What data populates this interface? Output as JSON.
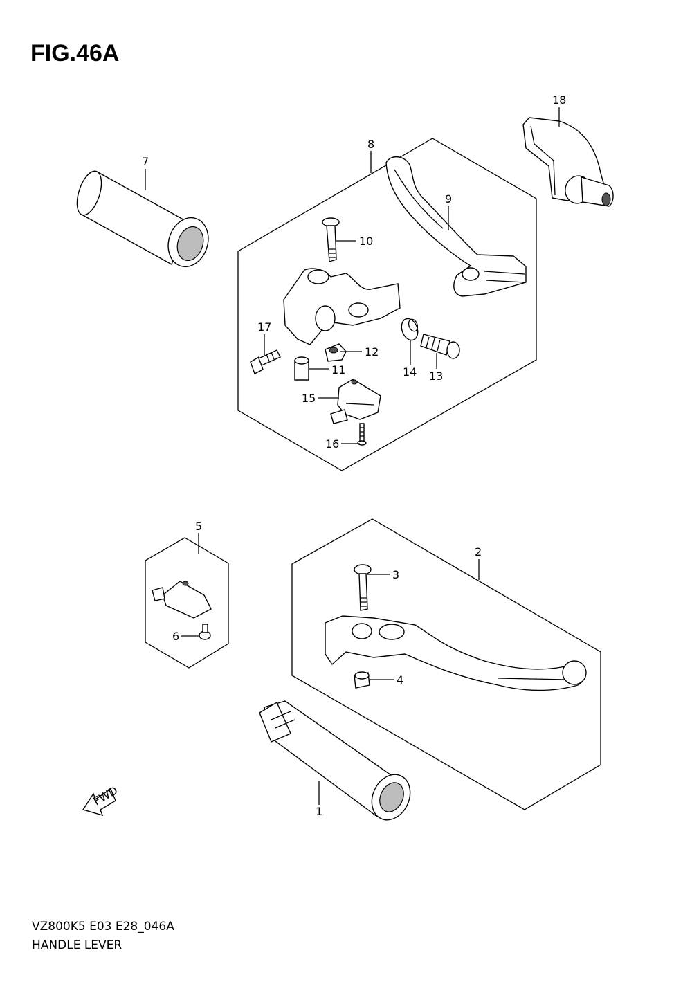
{
  "figure": {
    "title": "FIG.46A",
    "model_code": "VZ800K5 E03 E28_046A",
    "name": "HANDLE LEVER"
  },
  "callouts": [
    {
      "id": "1",
      "label": "1"
    },
    {
      "id": "2",
      "label": "2"
    },
    {
      "id": "3",
      "label": "3"
    },
    {
      "id": "4",
      "label": "4"
    },
    {
      "id": "5",
      "label": "5"
    },
    {
      "id": "6",
      "label": "6"
    },
    {
      "id": "7",
      "label": "7"
    },
    {
      "id": "8",
      "label": "8"
    },
    {
      "id": "9",
      "label": "9"
    },
    {
      "id": "10",
      "label": "10"
    },
    {
      "id": "11",
      "label": "11"
    },
    {
      "id": "12",
      "label": "12"
    },
    {
      "id": "13",
      "label": "13"
    },
    {
      "id": "14",
      "label": "14"
    },
    {
      "id": "15",
      "label": "15"
    },
    {
      "id": "16",
      "label": "16"
    },
    {
      "id": "17",
      "label": "17"
    },
    {
      "id": "18",
      "label": "18"
    }
  ],
  "direction_marker": {
    "text": "FWD",
    "icon": "forward-arrow-icon"
  }
}
